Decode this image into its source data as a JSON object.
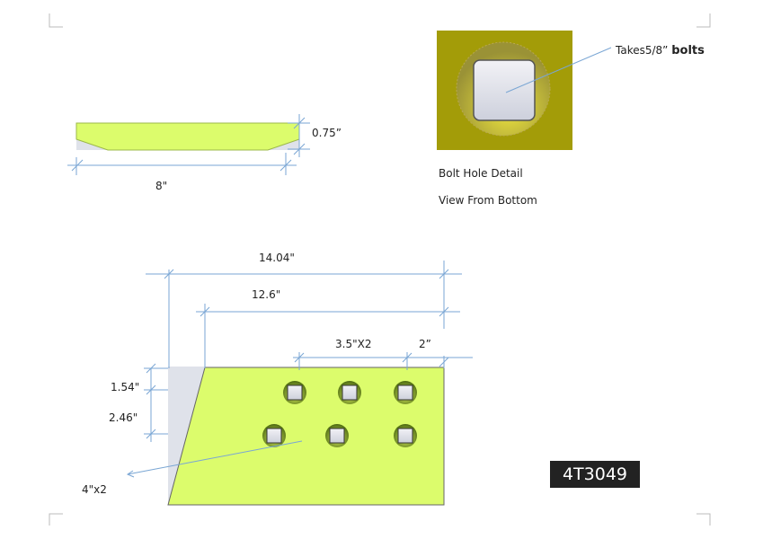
{
  "side_view": {
    "thickness_label": "0.75”",
    "width_label": "8\""
  },
  "bolt_detail": {
    "callout": "Takes5/8”",
    "callout_bold": "bolts",
    "caption_1": "Bolt Hole Detail",
    "caption_2": "View From Bottom"
  },
  "plate": {
    "overall_length": "14.04\"",
    "top_length": "12.6\"",
    "hole_spacing": "3.5\"X2",
    "edge_offset": "2”",
    "dim_top_row": "1.54\"",
    "dim_row_gap": "2.46\"",
    "bottom_row_spacing": "4\"x2"
  },
  "part_number": "4T3049",
  "colors": {
    "plate": "#dcfc6c",
    "dim_line": "#7aa6d4",
    "bolt_bg": "#a39c08"
  }
}
